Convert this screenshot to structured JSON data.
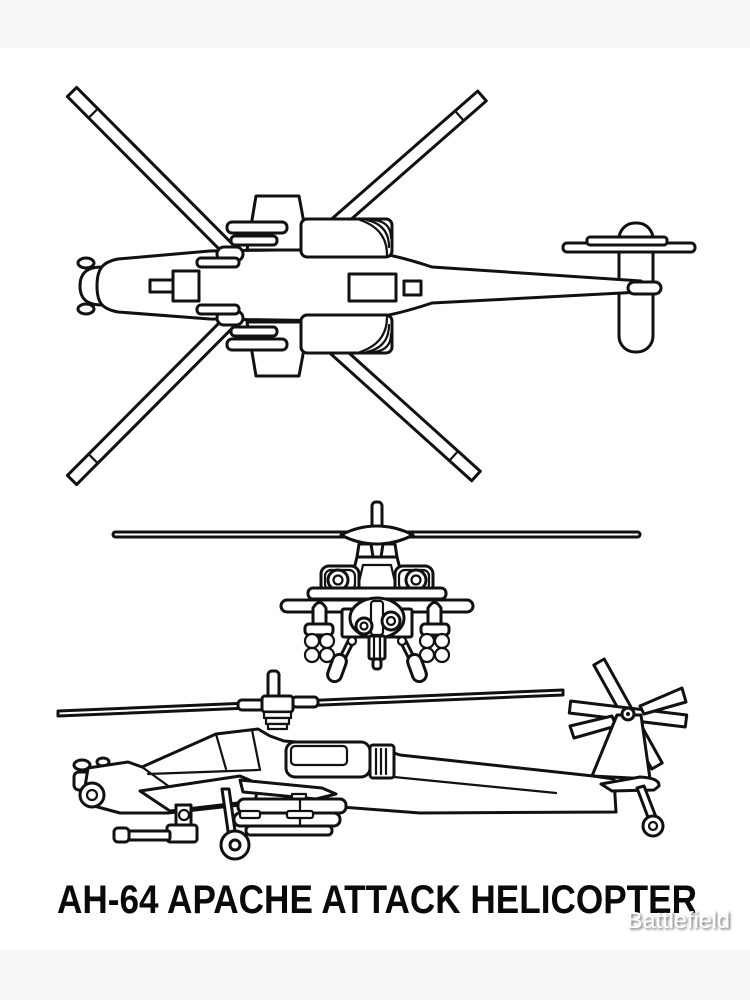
{
  "page": {
    "background_color": "#ffffff",
    "band_color": "#f7f7f7",
    "line_color": "#111111"
  },
  "title": {
    "text": "AH-64 APACHE ATTACK HELICOPTER"
  },
  "watermark": {
    "text": "Battlefield"
  },
  "drawing": {
    "subject": "AH-64 Apache attack helicopter line drawing",
    "views": [
      "top-view",
      "front-view",
      "side-view"
    ]
  }
}
